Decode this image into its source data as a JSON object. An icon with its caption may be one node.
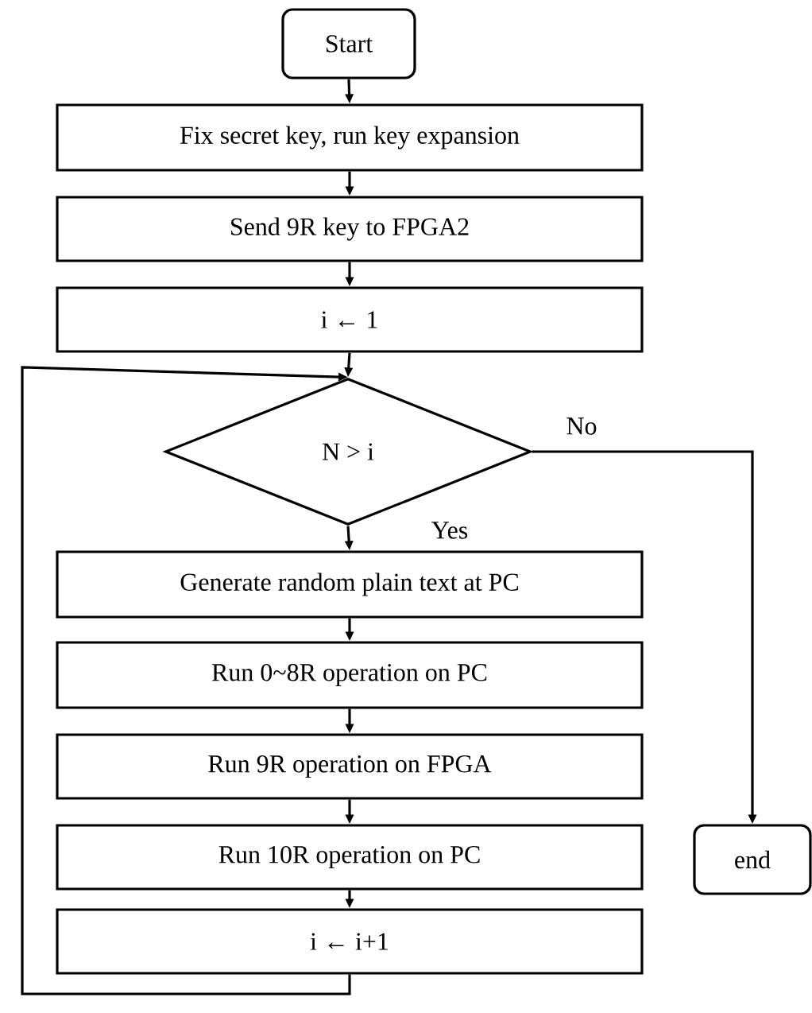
{
  "diagram": {
    "nodes": [
      {
        "text": [
          "Start"
        ]
      },
      {
        "text": [
          "Fix secret key, run key expansion"
        ]
      },
      {
        "text": [
          "Send 9R key to FPGA2"
        ]
      },
      {
        "text": [
          "i ← 1"
        ]
      },
      {
        "text": [
          "N > i"
        ]
      },
      {
        "text": [
          "Generate random plain text at PC"
        ]
      },
      {
        "text": [
          "Run 0~8R operation on PC"
        ]
      },
      {
        "text": [
          "Run 9R operation on FPGA"
        ]
      },
      {
        "text": [
          "Run 10R operation on PC"
        ]
      },
      {
        "text": [
          "i ← i+1"
        ]
      },
      {
        "text": [
          "end"
        ]
      }
    ],
    "edges": [
      {
        "from": 0,
        "to": 1,
        "arrow": "to"
      },
      {
        "from": 1,
        "to": 2,
        "arrow": "to"
      },
      {
        "from": 2,
        "to": 3,
        "arrow": "to"
      },
      {
        "from": 3,
        "to": 4,
        "arrow": "to"
      },
      {
        "from": 4,
        "to": 5,
        "arrow": "to",
        "label": "Yes"
      },
      {
        "from": 5,
        "to": 6,
        "arrow": "to"
      },
      {
        "from": 6,
        "to": 7,
        "arrow": "to"
      },
      {
        "from": 7,
        "to": 8,
        "arrow": "to"
      },
      {
        "from": 8,
        "to": 9,
        "arrow": "to"
      },
      {
        "from": 9,
        "to": 4,
        "arrow": "to"
      },
      {
        "from": 4,
        "to": 10,
        "arrow": "to",
        "label": "No"
      }
    ]
  }
}
